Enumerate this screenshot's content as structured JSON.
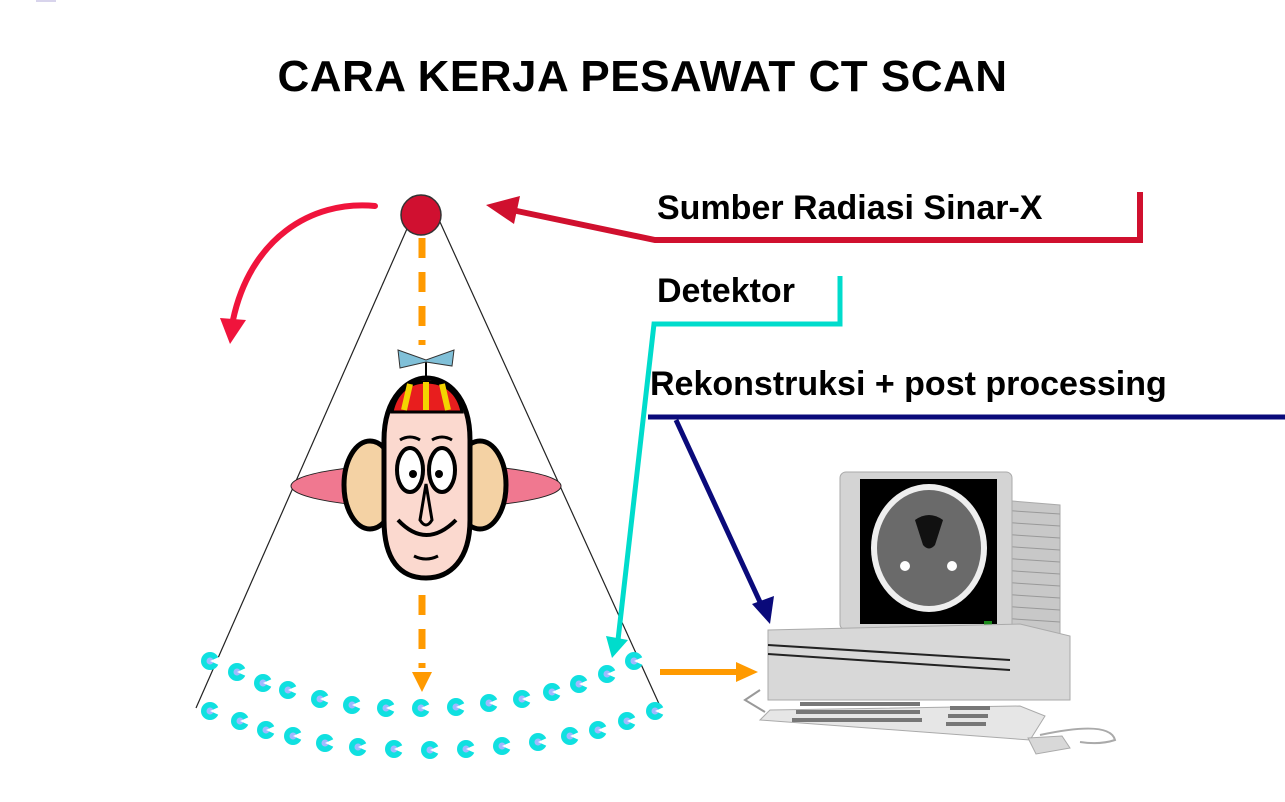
{
  "title": "CARA KERJA PESAWAT CT SCAN",
  "labels": {
    "source": "Sumber Radiasi Sinar-X",
    "detector": "Detektor",
    "reconstruction": "Rekonstruksi + post processing"
  },
  "colors": {
    "source_line": "#d0102e",
    "detector_line": "#00dccc",
    "reconstruction_line": "#0a0a7a",
    "beam": "#ff9a00",
    "detector_element": "#10e0e0",
    "rotation_arrow": "#f0143c",
    "xray_tube": "#d01030"
  },
  "icons": {
    "xray_tube": "red-circle",
    "rotation": "curved-arrow",
    "patient": "cartoon-head",
    "detectors": "cyan-ring-array",
    "workstation": "computer-with-ct-image"
  }
}
